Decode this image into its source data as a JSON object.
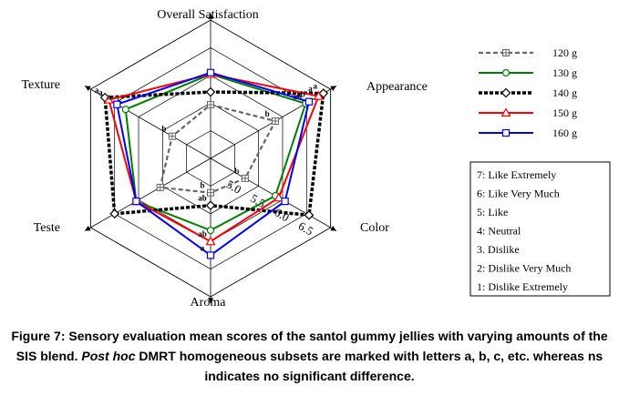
{
  "chart_data": {
    "type": "radar",
    "axes": [
      "Overall Satisfaction",
      "Appearance",
      "Color",
      "Aroma",
      "Teste",
      "Texture"
    ],
    "ring_labels": [
      "5.0",
      "5.5",
      "6.0",
      "6.5"
    ],
    "series": [
      {
        "name": "120 g",
        "color": "#666666",
        "values": [
          5.47,
          5.85,
          5.22,
          5.12,
          5.55,
          5.3
        ],
        "letters": [
          "",
          "b",
          "b",
          "b",
          "",
          "b"
        ]
      },
      {
        "name": "130 g",
        "color": "#008000",
        "values": [
          6.02,
          6.48,
          5.85,
          5.8,
          6.05,
          6.27
        ],
        "letters": [
          "",
          "ab",
          "",
          "",
          "",
          "ab"
        ]
      },
      {
        "name": "140 g",
        "color": "#000000",
        "values": [
          5.7,
          6.85,
          6.55,
          5.35,
          6.5,
          6.7
        ],
        "letters": [
          "",
          "a",
          "",
          "ab",
          "",
          "a"
        ]
      },
      {
        "name": "150 g",
        "color": "#ff0000",
        "values": [
          6.02,
          6.75,
          5.92,
          6.0,
          6.05,
          6.62
        ],
        "letters": [
          "",
          "a",
          "",
          "ab",
          "",
          "a"
        ]
      },
      {
        "name": "160 g",
        "color": "#0000ff",
        "values": [
          6.05,
          6.55,
          6.05,
          6.25,
          6.05,
          6.45
        ],
        "letters": [
          "",
          "ab",
          "",
          "a",
          "",
          "a"
        ]
      }
    ]
  },
  "legend": {
    "series_labels": [
      "120 g",
      "130 g",
      "140 g",
      "150 g",
      "160 g"
    ]
  },
  "scale": {
    "items": [
      "7: Like Extremely",
      "6: Like Very Much",
      "5: Like",
      "4: Neutral",
      "3. Dislike",
      "2: Dislike Very Much",
      "1: Dislike Extremely"
    ]
  },
  "caption": {
    "part1": "Figure 7: Sensory evaluation mean scores of the santol gummy jellies with varying amounts of the SIS blend.",
    "italic": "Post hoc",
    "part2": "DMRT homogeneous subsets are marked with letters a, b, c, etc. whereas ns indicates no significant difference."
  }
}
